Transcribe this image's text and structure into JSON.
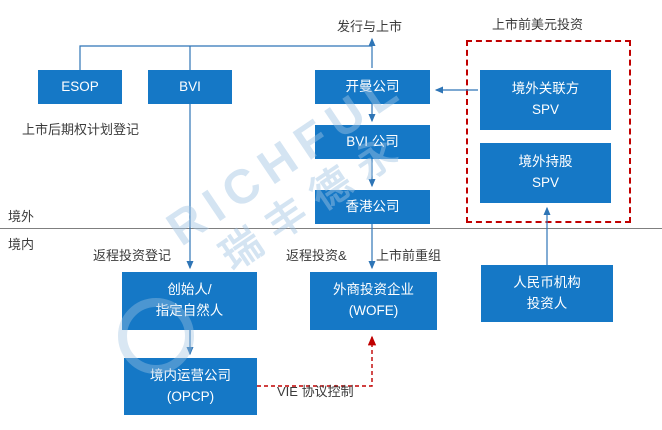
{
  "colors": {
    "box_fill": "#1578C6",
    "box_text": "#FFFFFF",
    "connector_blue": "#2E75B6",
    "control_red": "#C00000",
    "label_text": "#3B3B3B"
  },
  "labels": {
    "listing": "发行与上市",
    "pre_ipo_usd_investment": "上市前美元投资",
    "post_ipo_esop_registration": "上市后期权计划登记",
    "offshore": "境外",
    "onshore": "境内",
    "roundtrip_investment_registration": "返程投资登记",
    "roundtrip_investment": "返程投资&",
    "pre_ipo_restructuring": "上市前重组",
    "vie_control": "VIE 协议控制"
  },
  "boxes": {
    "esop": {
      "lines": [
        "ESOP"
      ]
    },
    "bvi": {
      "lines": [
        "BVI"
      ]
    },
    "cayman": {
      "lines": [
        "开曼公司"
      ]
    },
    "offshore_affiliate_spv": {
      "lines": [
        "境外关联方",
        "SPV"
      ]
    },
    "offshore_holding_spv": {
      "lines": [
        "境外持股",
        "SPV"
      ]
    },
    "bvi_company": {
      "lines": [
        "BVI 公司"
      ]
    },
    "hk_company": {
      "lines": [
        "香港公司"
      ]
    },
    "founders": {
      "lines": [
        "创始人/",
        "指定自然人"
      ]
    },
    "wofe": {
      "lines": [
        "外商投资企业",
        "(WOFE)"
      ]
    },
    "rmb_investors": {
      "lines": [
        "人民币机构",
        "投资人"
      ]
    },
    "opco": {
      "lines": [
        "境内运营公司",
        "(OPCP)"
      ]
    }
  },
  "watermark": {
    "en": "RICHFUL",
    "cn": "瑞丰德永"
  }
}
